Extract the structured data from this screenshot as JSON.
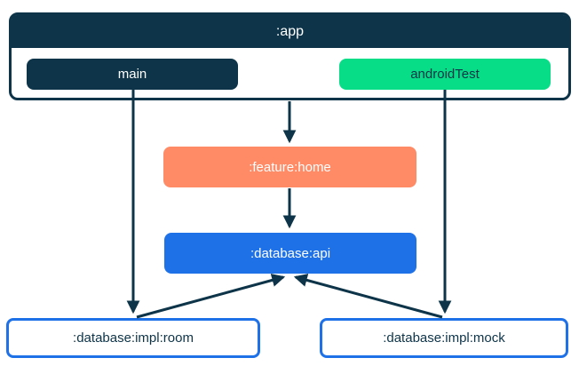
{
  "diagram": {
    "type": "module-dependency-graph",
    "colors": {
      "navy": "#0d3449",
      "green": "#07dd87",
      "orange": "#ff8a66",
      "blue": "#1f71e8",
      "background": "#ffffff"
    },
    "nodes": {
      "app": {
        "label": ":app"
      },
      "main": {
        "label": "main"
      },
      "androidTest": {
        "label": "androidTest"
      },
      "featureHome": {
        "label": ":feature:home"
      },
      "databaseApi": {
        "label": ":database:api"
      },
      "implRoom": {
        "label": ":database:impl:room"
      },
      "implMock": {
        "label": ":database:impl:mock"
      }
    },
    "edges": [
      {
        "from": ":app",
        "to": ":feature:home"
      },
      {
        "from": ":feature:home",
        "to": ":database:api"
      },
      {
        "from": "main",
        "to": ":database:impl:room"
      },
      {
        "from": "androidTest",
        "to": ":database:impl:mock"
      },
      {
        "from": ":database:impl:room",
        "to": ":database:api"
      },
      {
        "from": ":database:impl:mock",
        "to": ":database:api"
      }
    ]
  }
}
